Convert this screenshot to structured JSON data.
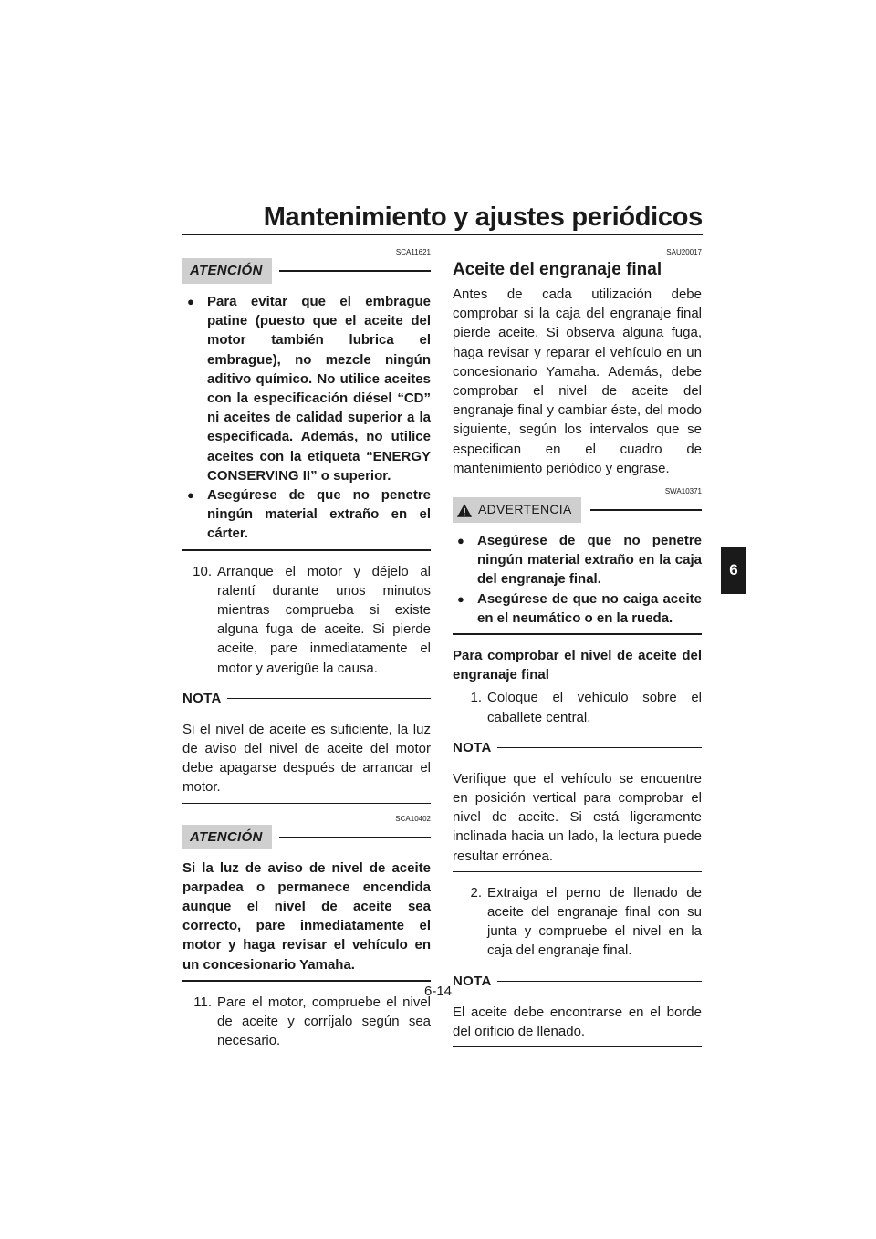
{
  "header": {
    "title": "Mantenimiento y ajustes periódicos",
    "chapter_tab": "6"
  },
  "footer": {
    "page_number": "6-14"
  },
  "left": {
    "code1": "SCA11621",
    "caution1_label": "ATENCIÓN",
    "caution1_items": [
      "Para evitar que el embrague patine (puesto que el aceite del motor también lubrica el embrague), no mezcle ningún aditivo químico. No utilice aceites con la especificación diésel “CD” ni aceites de calidad superior a la especificada. Además, no utilice aceites con la etiqueta “ENERGY CONSERVING II” o superior.",
      "Asegúrese de que no penetre ningún material extraño en el cárter."
    ],
    "step10_num": "10.",
    "step10_text": "Arranque el motor y déjelo al ralentí durante unos minutos mientras comprueba si existe alguna fuga de aceite. Si pierde aceite, pare inmediatamente el motor y averigüe la causa.",
    "nota1_label": "NOTA",
    "nota1_text": "Si el nivel de aceite es suficiente, la luz de aviso del nivel de aceite del motor debe apagarse después de arrancar el motor.",
    "code2": "SCA10402",
    "caution2_label": "ATENCIÓN",
    "caution2_text": "Si la luz de aviso de nivel de aceite parpadea o permanece encendida aunque el nivel de aceite sea correcto, pare inmediatamente el motor y haga revisar el vehículo en un concesionario Yamaha.",
    "step11_num": "11.",
    "step11_text": "Pare el motor, compruebe el nivel de aceite y corríjalo según sea necesario."
  },
  "right": {
    "code1": "SAU20017",
    "section_title": "Aceite del engranaje final",
    "intro": "Antes de cada utilización debe comprobar si la caja del engranaje final pierde aceite. Si observa alguna fuga, haga revisar y reparar el vehículo en un concesionario Yamaha. Además, debe comprobar el nivel de aceite del engranaje final y cambiar éste, del modo siguiente, según los intervalos que se especifican en el cuadro de mantenimiento periódico y engrase.",
    "code2": "SWA10371",
    "warning_label": "ADVERTENCIA",
    "warning_items": [
      "Asegúrese de que no penetre ningún material extraño en la caja del engranaje final.",
      "Asegúrese de que no caiga aceite en el neumático o en la rueda."
    ],
    "subheading": "Para comprobar el nivel de aceite del engranaje final",
    "step1_num": "1.",
    "step1_text": "Coloque el vehículo sobre el caballete central.",
    "nota2_label": "NOTA",
    "nota2_text": "Verifique que el vehículo se encuentre en posición vertical para comprobar el nivel de aceite. Si está ligeramente inclinada hacia un lado, la lectura puede resultar errónea.",
    "step2_num": "2.",
    "step2_text": "Extraiga el perno de llenado de aceite del engranaje final con su junta y compruebe el nivel en la caja del engranaje final.",
    "nota3_label": "NOTA",
    "nota3_text": "El aceite debe encontrarse en el borde del orificio de llenado."
  },
  "icons": {
    "bullet": "filled-circle-bullet",
    "warning": "warning-triangle-icon"
  }
}
